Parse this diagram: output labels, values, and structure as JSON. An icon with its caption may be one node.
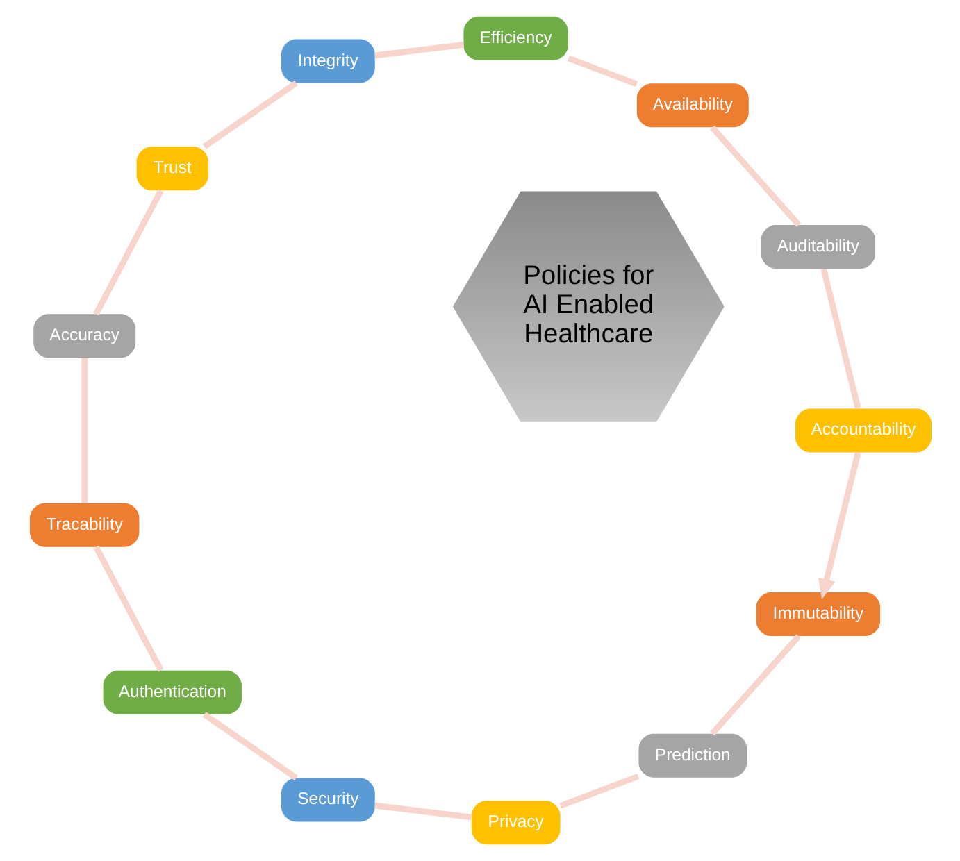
{
  "diagram": {
    "nodes": [
      {
        "text": [
          "Policies for AI Enabled Healthcare"
        ]
      },
      {
        "text": [
          "Immutability"
        ]
      },
      {
        "text": [
          "Prediction"
        ]
      },
      {
        "text": [
          "Privacy"
        ]
      },
      {
        "text": [
          "Security"
        ]
      },
      {
        "text": [
          "Authentication"
        ]
      },
      {
        "text": [
          "Tracability"
        ]
      },
      {
        "text": [
          "Accuracy"
        ]
      },
      {
        "text": [
          "Trust"
        ]
      },
      {
        "text": [
          "Integrity"
        ]
      },
      {
        "text": [
          "Efficiency"
        ]
      },
      {
        "text": [
          "Availability"
        ]
      },
      {
        "text": [
          "Auditability"
        ]
      },
      {
        "text": [
          "Accountability"
        ]
      }
    ],
    "edges": [
      {
        "from": 1,
        "to": 2,
        "arrow": "none"
      },
      {
        "from": 2,
        "to": 3,
        "arrow": "none"
      },
      {
        "from": 3,
        "to": 4,
        "arrow": "none"
      },
      {
        "from": 4,
        "to": 5,
        "arrow": "none"
      },
      {
        "from": 5,
        "to": 6,
        "arrow": "none"
      },
      {
        "from": 6,
        "to": 7,
        "arrow": "none"
      },
      {
        "from": 7,
        "to": 8,
        "arrow": "none"
      },
      {
        "from": 8,
        "to": 9,
        "arrow": "none"
      },
      {
        "from": 9,
        "to": 10,
        "arrow": "none"
      },
      {
        "from": 10,
        "to": 11,
        "arrow": "none"
      },
      {
        "from": 11,
        "to": 12,
        "arrow": "none"
      },
      {
        "from": 12,
        "to": 13,
        "arrow": "none"
      },
      {
        "from": 13,
        "to": 1,
        "arrow": "to"
      }
    ]
  }
}
